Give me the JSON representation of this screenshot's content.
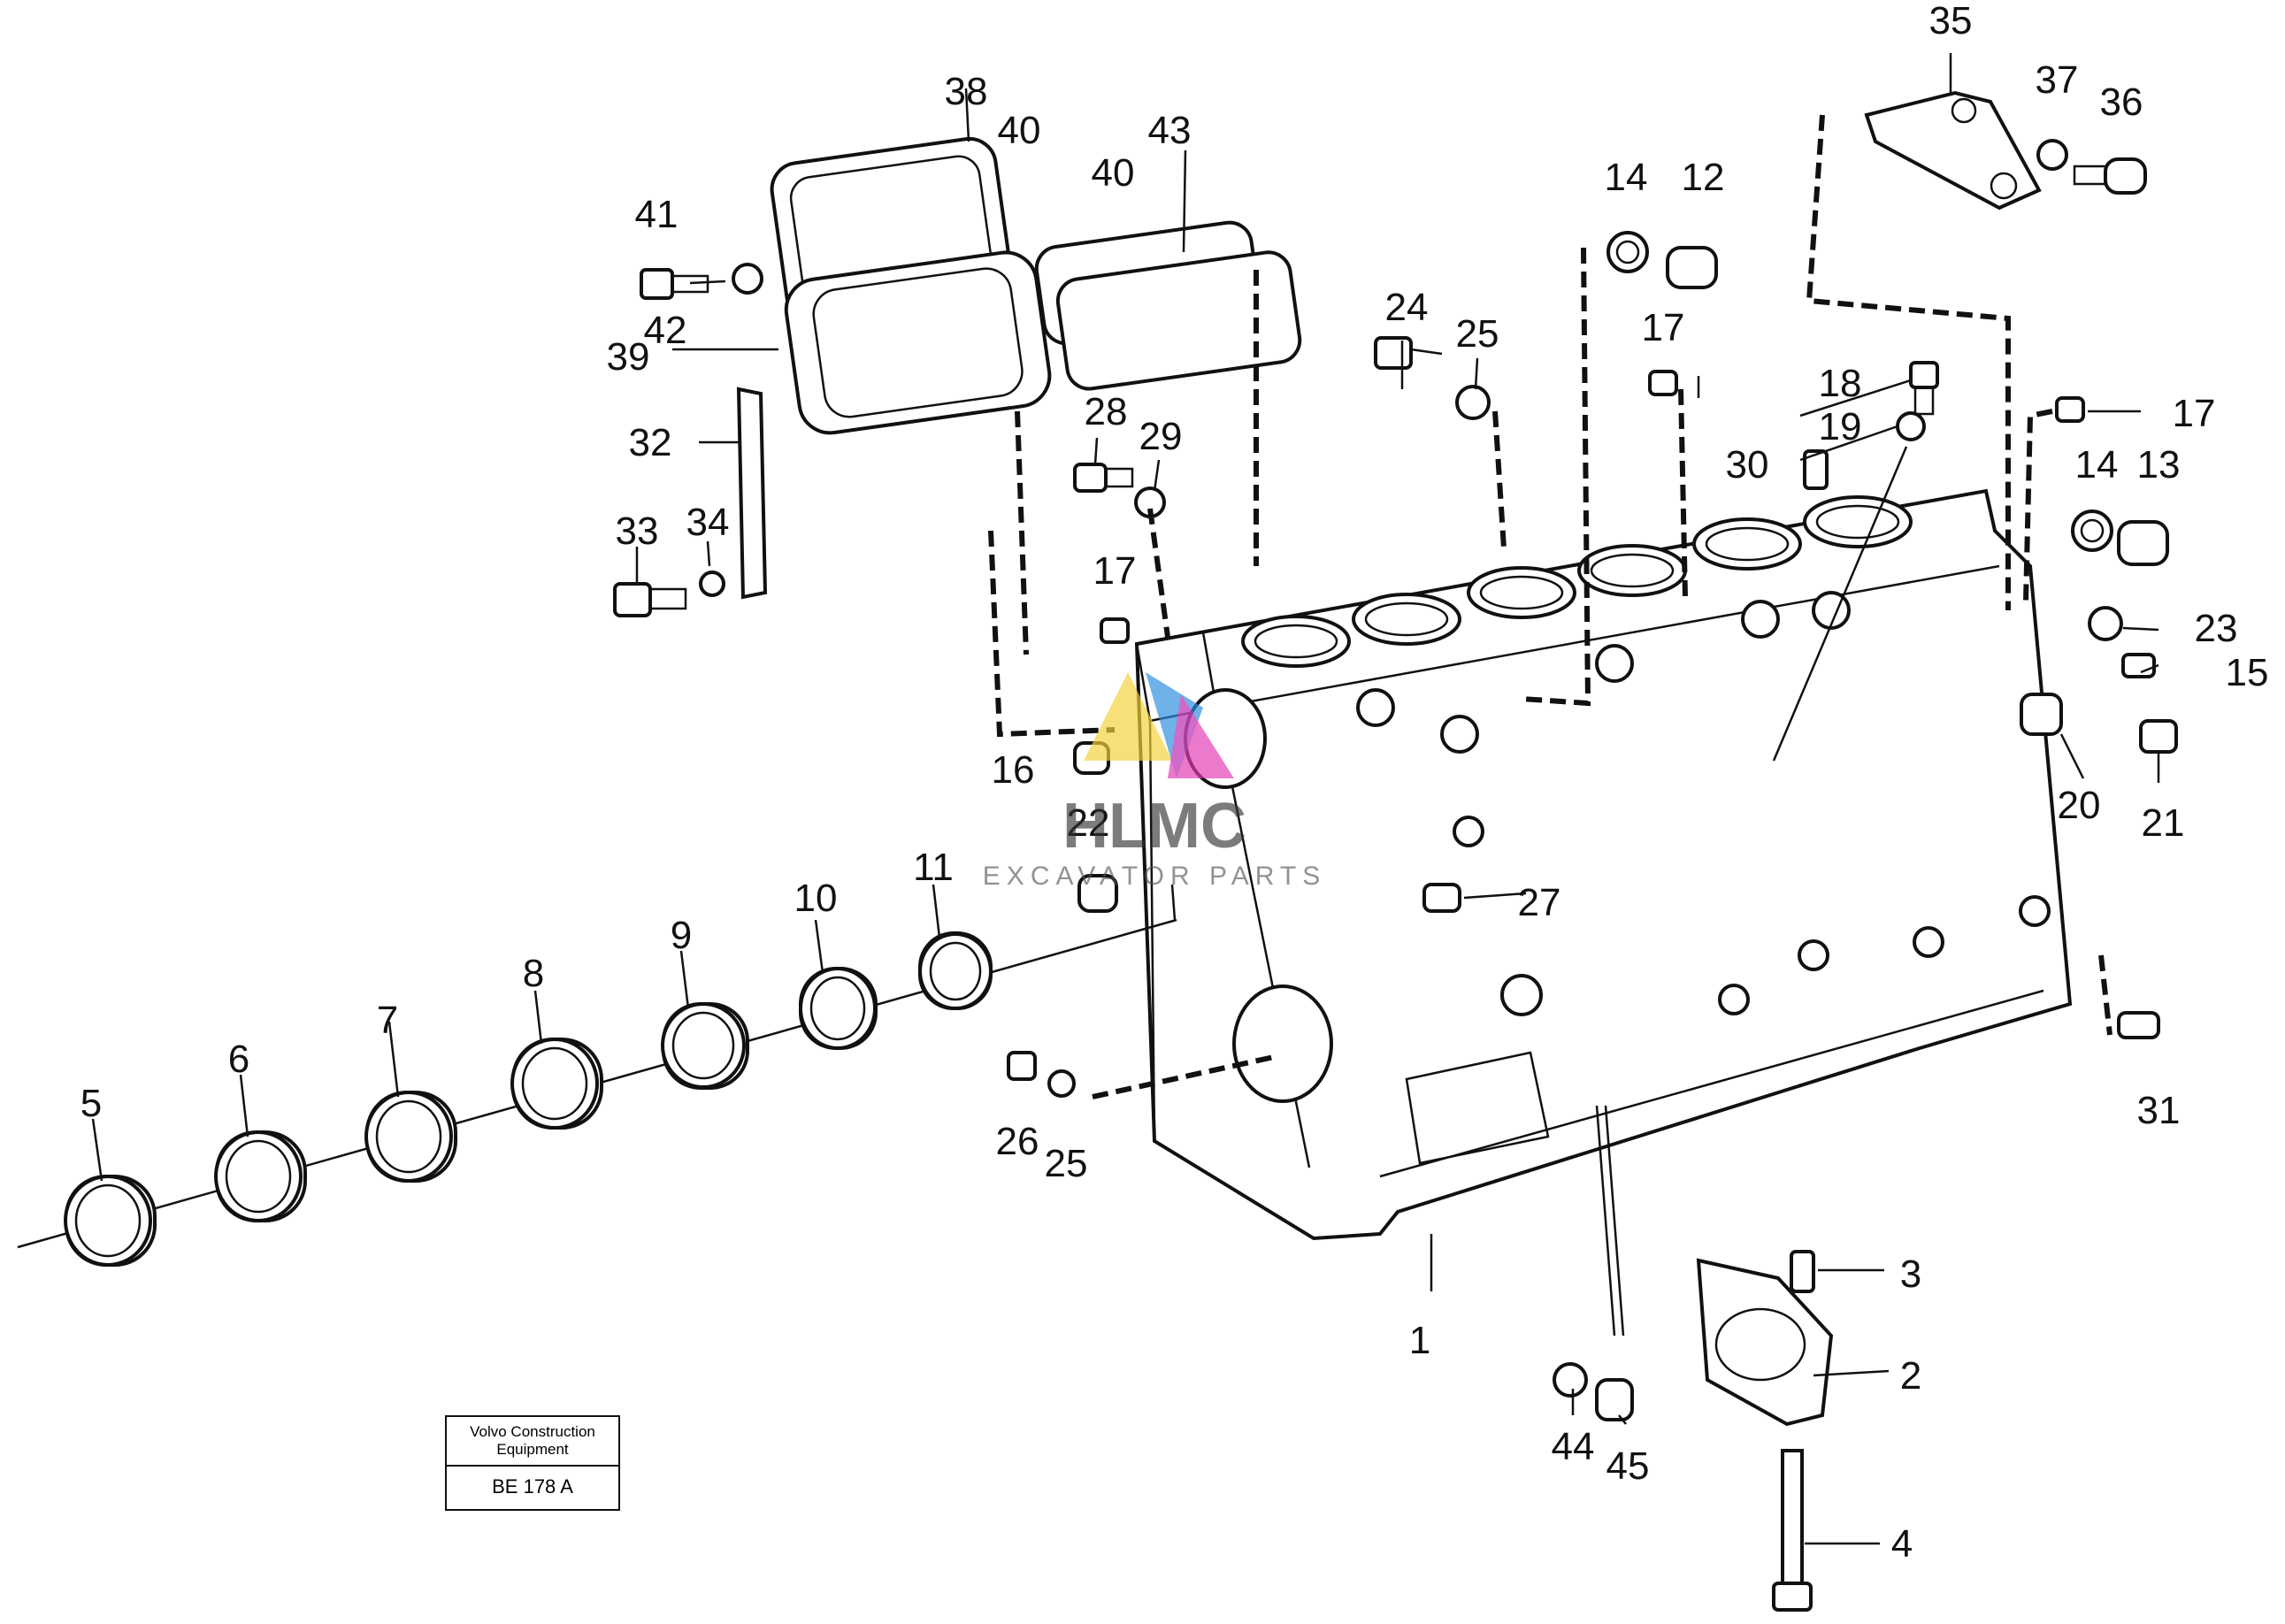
{
  "watermark": {
    "brand": "HLMC",
    "subtitle": "EXCAVATOR PARTS"
  },
  "caption": {
    "manufacturer": "Volvo Construction Equipment",
    "code": "BE 178 A"
  },
  "callouts": [
    "1",
    "2",
    "3",
    "4",
    "5",
    "6",
    "7",
    "8",
    "9",
    "10",
    "11",
    "12",
    "13",
    "14",
    "14",
    "15",
    "16",
    "17",
    "17",
    "17",
    "18",
    "19",
    "20",
    "21",
    "22",
    "23",
    "24",
    "25",
    "25",
    "26",
    "27",
    "28",
    "29",
    "30",
    "31",
    "32",
    "33",
    "34",
    "35",
    "36",
    "37",
    "38",
    "39",
    "40",
    "40",
    "41",
    "42",
    "43",
    "44",
    "45"
  ]
}
